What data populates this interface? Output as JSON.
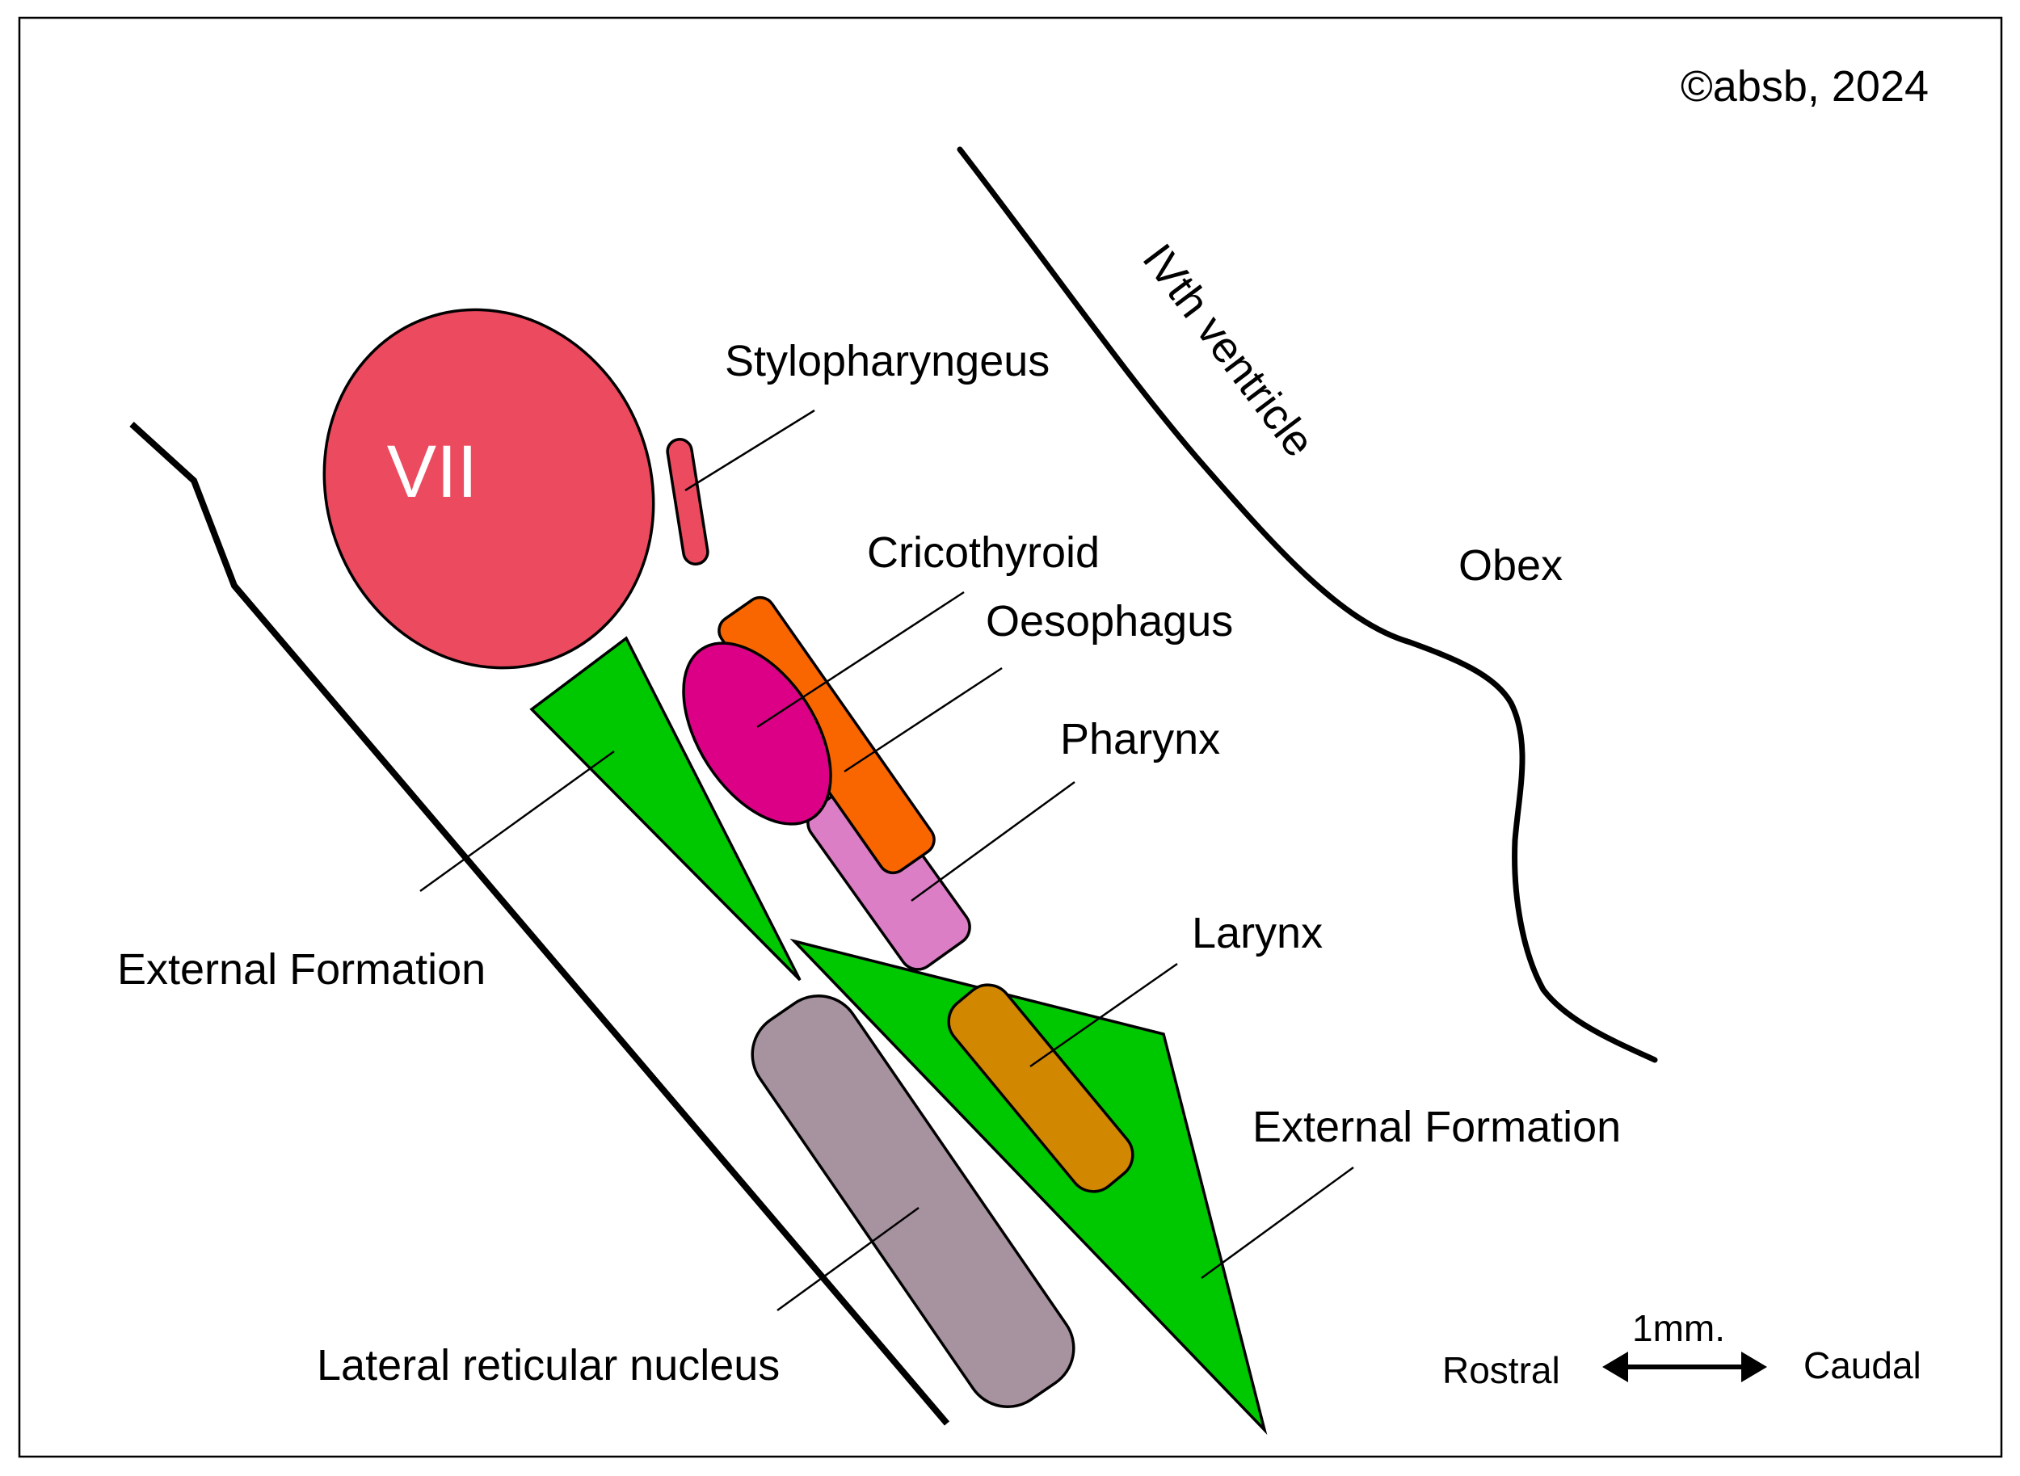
{
  "copyright": "©absb, 2024",
  "structures": {
    "vii": "VII",
    "stylopharyngeus": "Stylopharyngeus",
    "cricothyroid": "Cricothyroid",
    "oesophagus": "Oesophagus",
    "pharynx": "Pharynx",
    "larynx": "Larynx",
    "external_formation_left": "External Formation",
    "external_formation_right": "External Formation",
    "lateral_reticular_nucleus": "Lateral reticular nucleus"
  },
  "landmarks": {
    "ivth_ventricle": "IVth ventricle",
    "obex": "Obex"
  },
  "scale": {
    "bar": "1mm.",
    "rostral": "Rostral",
    "caudal": "Caudal"
  },
  "colors": {
    "vii": "#EC4A5E",
    "stylopharyngeus": "#EC4A5E",
    "cricothyroid": "#DC0086",
    "oesophagus": "#F96600",
    "pharynx": "#DC7EC6",
    "larynx": "#D18700",
    "external_formation": "#00C800",
    "lateral_reticular_nucleus": "#A7939F"
  }
}
